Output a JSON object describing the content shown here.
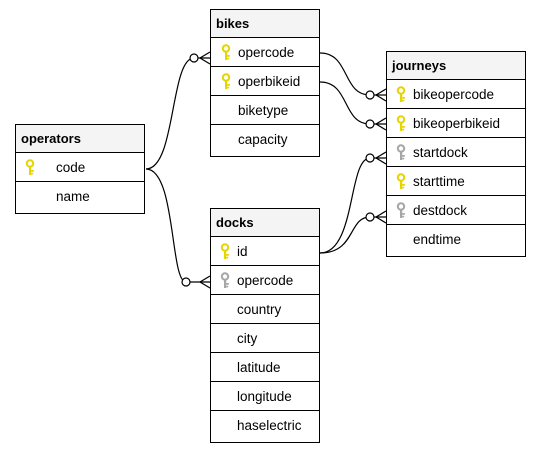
{
  "colors": {
    "primary_key": "#e6d400",
    "foreign_key": "#a6a6a6",
    "line": "#000000",
    "header_bg": "#f4f4f4"
  },
  "icons": {
    "primary_key": "yellow-key-icon",
    "foreign_key": "gray-key-icon"
  },
  "tables": {
    "operators": {
      "name": "operators",
      "columns": [
        {
          "name": "code",
          "key": "primary"
        },
        {
          "name": "name",
          "key": "none"
        }
      ]
    },
    "bikes": {
      "name": "bikes",
      "columns": [
        {
          "name": "opercode",
          "key": "primary"
        },
        {
          "name": "operbikeid",
          "key": "primary"
        },
        {
          "name": "biketype",
          "key": "none"
        },
        {
          "name": "capacity",
          "key": "none"
        }
      ]
    },
    "journeys": {
      "name": "journeys",
      "columns": [
        {
          "name": "bikeopercode",
          "key": "primary"
        },
        {
          "name": "bikeoperbikeid",
          "key": "primary"
        },
        {
          "name": "startdock",
          "key": "foreign"
        },
        {
          "name": "starttime",
          "key": "primary"
        },
        {
          "name": "destdock",
          "key": "foreign"
        },
        {
          "name": "endtime",
          "key": "none"
        }
      ]
    },
    "docks": {
      "name": "docks",
      "columns": [
        {
          "name": "id",
          "key": "primary"
        },
        {
          "name": "opercode",
          "key": "foreign"
        },
        {
          "name": "country",
          "key": "none"
        },
        {
          "name": "city",
          "key": "none"
        },
        {
          "name": "latitude",
          "key": "none"
        },
        {
          "name": "longitude",
          "key": "none"
        },
        {
          "name": "haselectric",
          "key": "none"
        }
      ]
    }
  }
}
